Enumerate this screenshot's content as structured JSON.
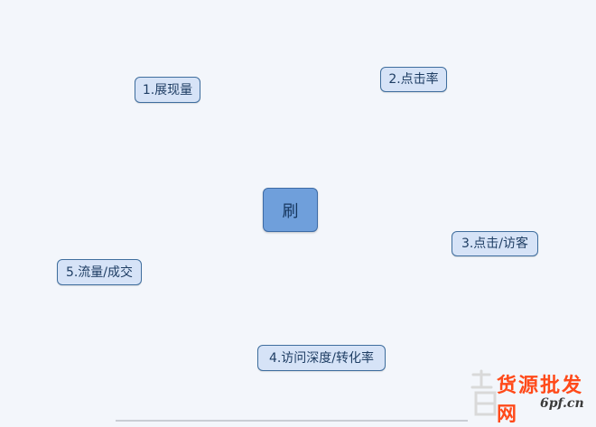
{
  "diagram": {
    "center": "刷",
    "nodes": {
      "n1": "1.展现量",
      "n2": "2.点击率",
      "n3": "3.点击/访客",
      "n4": "4.访问深度/转化率",
      "n5": "5.流量/成交"
    }
  },
  "watermark": {
    "text": "货源批发网",
    "url": "6pf.cn",
    "color": "#ff4a1a"
  }
}
